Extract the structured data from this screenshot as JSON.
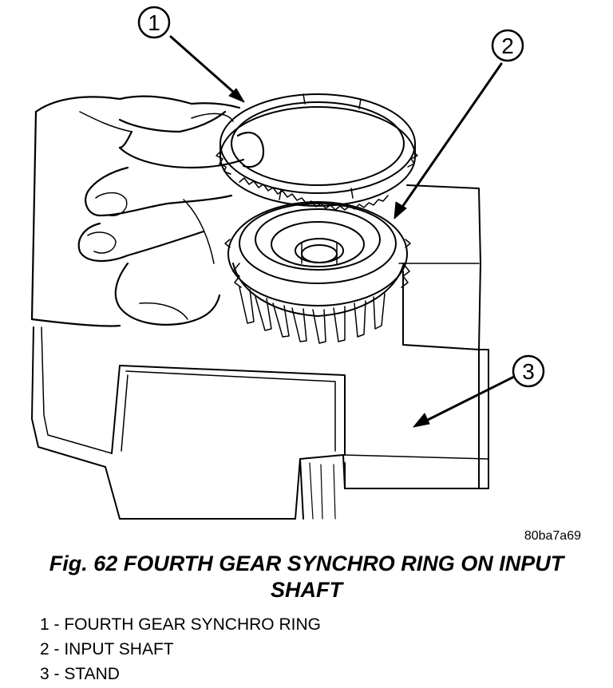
{
  "figure": {
    "code": "80ba7a69",
    "caption": "Fig. 62 FOURTH GEAR SYNCHRO RING ON INPUT SHAFT"
  },
  "callouts": [
    {
      "number": "1"
    },
    {
      "number": "2"
    },
    {
      "number": "3"
    }
  ],
  "legend": [
    {
      "text": "1 - FOURTH GEAR SYNCHRO RING"
    },
    {
      "text": "2 - INPUT SHAFT"
    },
    {
      "text": "3 - STAND"
    }
  ]
}
